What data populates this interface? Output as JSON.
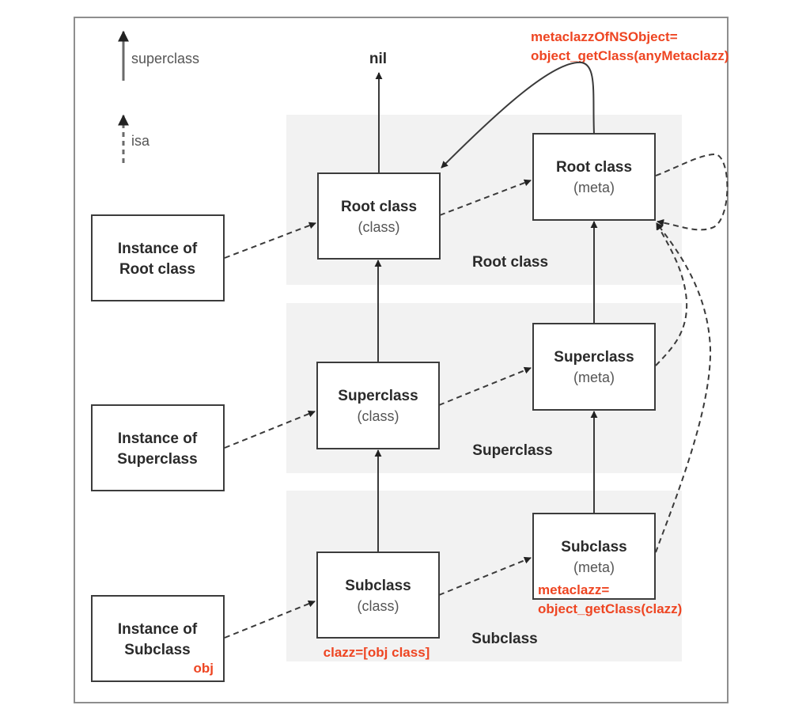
{
  "legend": {
    "superclass_label": "superclass",
    "isa_label": "isa"
  },
  "nil_label": "nil",
  "bands": {
    "root": "Root class",
    "super": "Superclass",
    "sub": "Subclass"
  },
  "instances": {
    "root": {
      "line1": "Instance of",
      "line2": "Root class"
    },
    "super": {
      "line1": "Instance of",
      "line2": "Superclass"
    },
    "sub": {
      "line1": "Instance of",
      "line2": "Subclass",
      "note": "obj"
    }
  },
  "classes": {
    "root": {
      "title": "Root class",
      "kind": "(class)"
    },
    "super": {
      "title": "Superclass",
      "kind": "(class)"
    },
    "sub": {
      "title": "Subclass",
      "kind": "(class)",
      "note": "clazz=[obj class]"
    }
  },
  "metas": {
    "root": {
      "title": "Root class",
      "kind": "(meta)"
    },
    "super": {
      "title": "Superclass",
      "kind": "(meta)"
    },
    "sub": {
      "title": "Subclass",
      "kind": "(meta)",
      "note_line1": "metaclazz=",
      "note_line2": "object_getClass(clazz)"
    }
  },
  "annotation_top": {
    "line1": "metaclazzOfNSObject=",
    "line2": "object_getClass(anyMetaclazz)"
  },
  "colors": {
    "annotation": "#ee4522",
    "band": "#f2f2f2",
    "line": "#3a3a3a"
  }
}
